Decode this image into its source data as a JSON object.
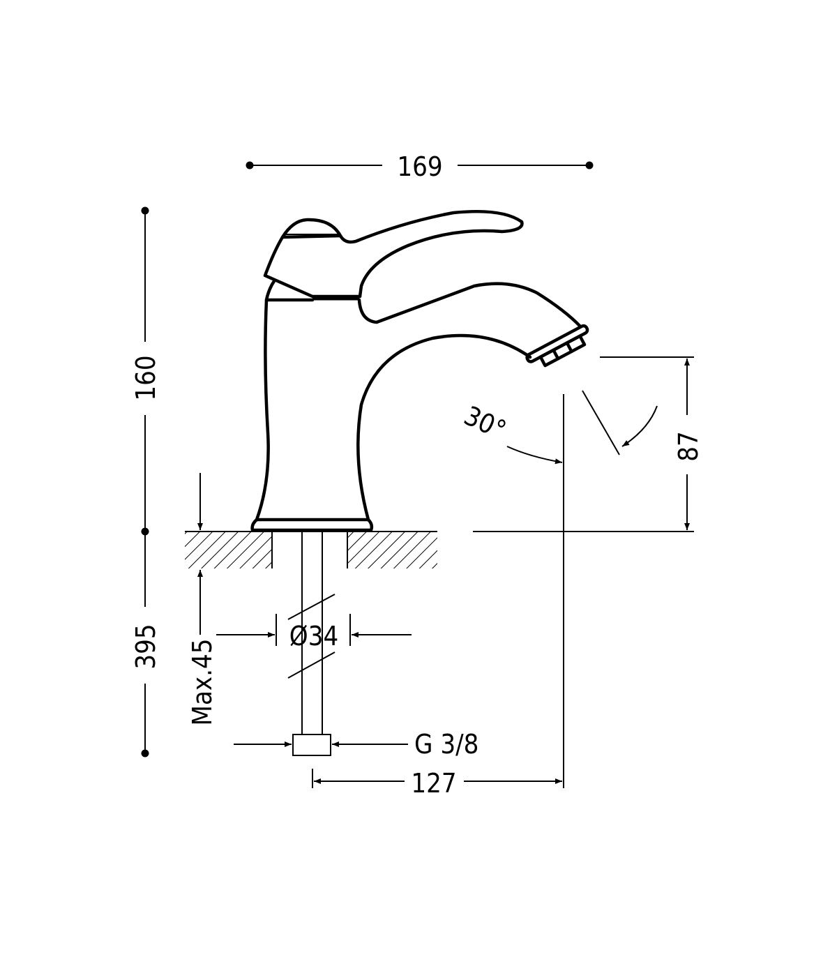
{
  "drawing": {
    "dimensions": {
      "total_width": "169",
      "total_height": "160",
      "hose_length": "395",
      "max_counter_thickness": "Max.45",
      "hole_diameter": "Ø34",
      "connection_thread": "G 3/8",
      "spout_reach": "127",
      "spout_height": "87",
      "flow_angle": "30°"
    },
    "line_color": "#000000",
    "background_color": "#ffffff"
  }
}
